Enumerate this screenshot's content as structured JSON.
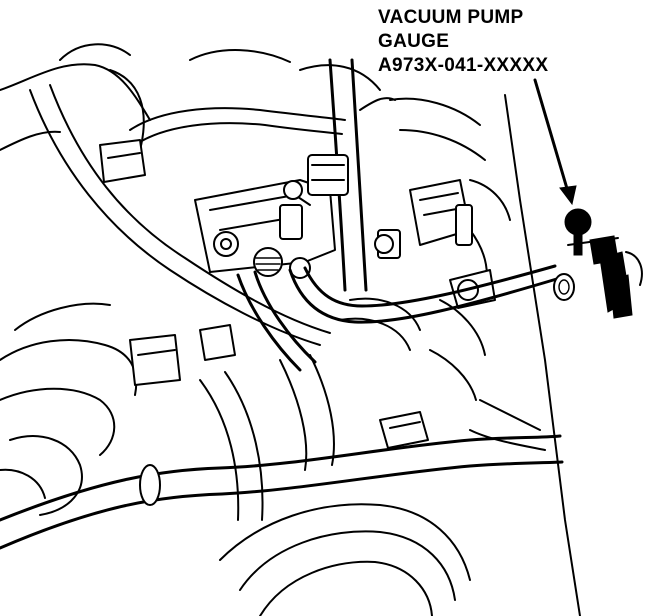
{
  "callout": {
    "line1": "VACUUM PUMP",
    "line2": "GAUGE",
    "line3": "A973X-041-XXXXX"
  }
}
